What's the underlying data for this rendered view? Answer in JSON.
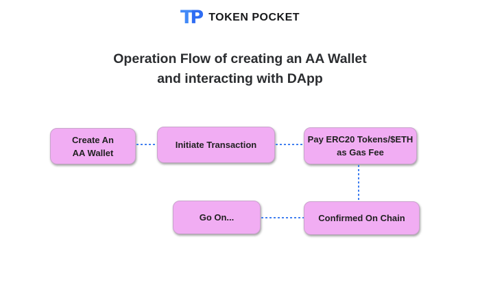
{
  "logo": {
    "glyph_t": "T",
    "glyph_p": "P",
    "brand": "TOKEN POCKET"
  },
  "title": {
    "line1": "Operation Flow of creating an AA Wallet",
    "line2": "and interacting with DApp"
  },
  "flow": {
    "nodes": [
      {
        "id": "create-aa-wallet",
        "line1": "Create An",
        "line2": "AA Wallet"
      },
      {
        "id": "initiate-transaction",
        "line1": "Initiate Transaction"
      },
      {
        "id": "pay-gas-fee",
        "line1": "Pay ERC20 Tokens/$ETH",
        "line2": "as Gas Fee"
      },
      {
        "id": "go-on",
        "line1": "Go On..."
      },
      {
        "id": "confirmed-on-chain",
        "line1": "Confirmed On Chain"
      }
    ],
    "edges": [
      {
        "from": "create-aa-wallet",
        "to": "initiate-transaction",
        "style": "dotted"
      },
      {
        "from": "initiate-transaction",
        "to": "pay-gas-fee",
        "style": "dotted"
      },
      {
        "from": "pay-gas-fee",
        "to": "confirmed-on-chain",
        "style": "dotted"
      },
      {
        "from": "confirmed-on-chain",
        "to": "go-on",
        "style": "dotted"
      }
    ]
  },
  "colors": {
    "background": "#ffffff",
    "node_fill": "#f1adf3",
    "node_text": "#1f1f1f",
    "connector_blue": "#3f7ef0",
    "logo_t_blue": "#4289f7",
    "logo_p_blue": "#2f6df3",
    "brand_text": "#17181a",
    "title_text": "#2b2d30"
  }
}
